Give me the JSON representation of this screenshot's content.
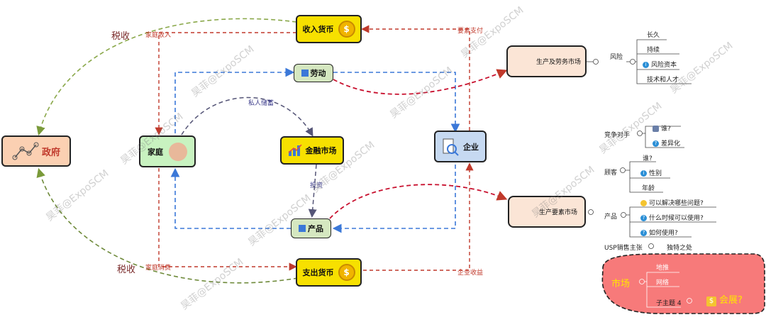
{
  "nodes": {
    "government": "政府",
    "income_money": "收入货币",
    "labor": "劳动",
    "household": "家庭",
    "financial_market": "金融市场",
    "enterprise": "企业",
    "product": "产品",
    "expense_money": "支出货币",
    "prod_labor_market": "生产及劳务市场",
    "factor_market": "生产要素市场"
  },
  "edge_labels": {
    "tax_top": "税收",
    "tax_bottom": "税收",
    "household_income": "家庭收入",
    "household_consumption": "家庭消费",
    "private_saving": "私人储蓄",
    "investment": "投资",
    "factor_payment": "要素支付",
    "enterprise_revenue": "企业收益"
  },
  "mindmap": {
    "risk": {
      "label": "风险",
      "items": [
        "长久",
        "持续",
        "风险资本",
        "技术和人才"
      ]
    },
    "competitor": {
      "label": "竞争对手",
      "items": [
        "谁?",
        "差异化"
      ]
    },
    "customer": {
      "label": "顾客",
      "items": [
        "谁?",
        "性别",
        "年龄"
      ]
    },
    "product": {
      "label": "产品",
      "items": [
        "可以解决哪些问题?",
        "什么时候可以使用?",
        "如何使用?"
      ]
    },
    "usp": {
      "label": "USP销售主张",
      "value": "独特之处"
    },
    "market": {
      "label": "市场",
      "items": [
        "地推",
        "网络",
        "子主题 4"
      ],
      "badge": "会展?"
    }
  },
  "watermark": "昊菲@ExpoSCM"
}
